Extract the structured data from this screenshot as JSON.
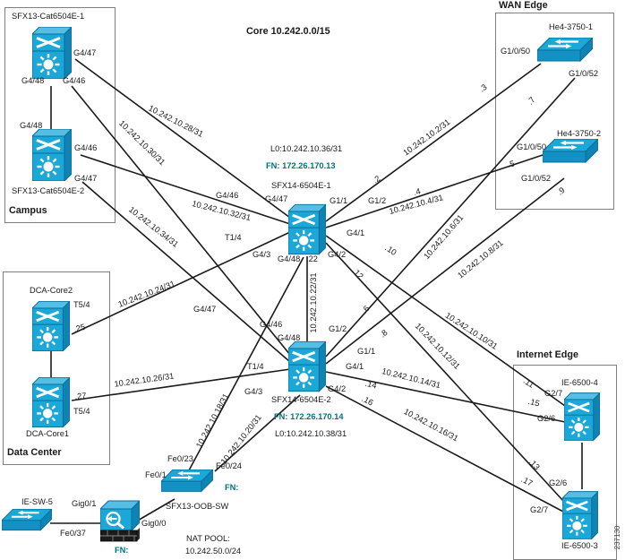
{
  "misc": {
    "core_label": "Core 10.242.0.0/15",
    "nat_pool_line1": "NAT POOL:",
    "nat_pool_line2": "10.242.50.0/24",
    "figure_number": "237130"
  },
  "colors": {
    "cisco_cyan": "#1BA7D8",
    "fn_teal": "#00727D"
  },
  "groups": {
    "campus": {
      "label": "Campus"
    },
    "wan_edge": {
      "label": "WAN Edge"
    },
    "data_center": {
      "label": "Data Center"
    },
    "internet_edge": {
      "label": "Internet Edge"
    }
  },
  "nodes": {
    "cat1": {
      "label": "SFX13-Cat6504E-1"
    },
    "cat2": {
      "label": "SFX13-Cat6504E-2"
    },
    "core1": {
      "label": "SFX14-6504E-1",
      "loopback": "L0:10.242.10.36/31",
      "fn": "FN: 172.26.170.13"
    },
    "core2": {
      "label": "SFX14-6504E-2",
      "loopback": "L0:10.242.10.38/31",
      "fn": "FN: 172.26.170.14"
    },
    "he1": {
      "label": "He4-3750-1"
    },
    "he2": {
      "label": "He4-3750-2"
    },
    "dca2": {
      "label": "DCA-Core2"
    },
    "dca1": {
      "label": "DCA-Core1"
    },
    "ie4": {
      "label": "IE-6500-4"
    },
    "ie3": {
      "label": "IE-6500-3"
    },
    "iesw5": {
      "label": "IE-SW-5"
    },
    "oob": {
      "label": "SFX13-OOB-SW",
      "fn": "FN:"
    },
    "fw": {
      "fn": "FN:"
    }
  },
  "ports": {
    "cat1_g447": "G4/47",
    "cat1_g448": "G4/48",
    "cat1_g446": "G4/46",
    "cat2_g448": "G4/48",
    "cat2_g446": "G4/46",
    "cat2_g447": "G4/47",
    "core1_g446": "G4/46",
    "core1_g447": "G4/47",
    "core1_g11": "G1/1",
    "core1_g12": "G1/2",
    "core1_g41": "G4/1",
    "core1_g42": "G4/2",
    "core1_g43": "G4/3",
    "core1_g48": "G4/48",
    "core1_t14": "T1/4",
    "core2_g447": "G4/47",
    "core2_g446": "G4/46",
    "core2_g448": "G4/48",
    "core2_g12": "G1/2",
    "core2_g11": "G1/1",
    "core2_g41": "G4/1",
    "core2_g42": "G4/2",
    "core2_g43": "G4/3",
    "core2_t14": "T1/4",
    "he1_g1050": "G1/0/50",
    "he1_g1052": "G1/0/52",
    "he2_g1050": "G1/0/50",
    "he2_g1052": "G1/0/52",
    "dca2_t54": "T5/4",
    "dca1_t54": "T5/4",
    "ie4_g27": "G2/7",
    "ie4_g26": "G2/6",
    "ie3_g26": "G2/6",
    "ie3_g27": "G2/7",
    "iesw5_gig01": "Gig0/1",
    "iesw5_fe037": "Fe0/37",
    "fw_gig00": "Gig0/0",
    "oob_fe01": "Fe0/1",
    "oob_fe023": "Fe0/23",
    "oob_fe024": "Fe0/24"
  },
  "links": {
    "l2": "10.242.10.2/31",
    "l4": "10.242.10.4/31",
    "l6": "10.242.10.6/31",
    "l8": "10.242.10.8/31",
    "l10": "10.242.10.10/31",
    "l12": "10.242.10.12/31",
    "l14": "10.242.10.14/31",
    "l16": "10.242.10.16/31",
    "l18": "10.242.10.18/31",
    "l20": "10.242.10.20/31",
    "l22": "10.242.10.22/31",
    "l24": "10.242.10.24/31",
    "l26": "10.242.10.26/31",
    "l28": "10.242.10.28/31",
    "l30": "10.242.10.30/31",
    "l32": "10.242.10.32/31",
    "l34": "10.242.10.34/31"
  },
  "endpoints": {
    "e2": ".2",
    "e3": ".3",
    "e4": ".4",
    "e5": ".5",
    "e6": ".6",
    "e7": ".7",
    "e8": ".8",
    "e9": ".9",
    "e10": ".10",
    "e11": ".11",
    "e12": ".12",
    "e13": ".13",
    "e14": ".14",
    "e15": ".15",
    "e16": ".16",
    "e17": ".17",
    "e22": ".22",
    "e25": ".25",
    "e27": ".27"
  }
}
